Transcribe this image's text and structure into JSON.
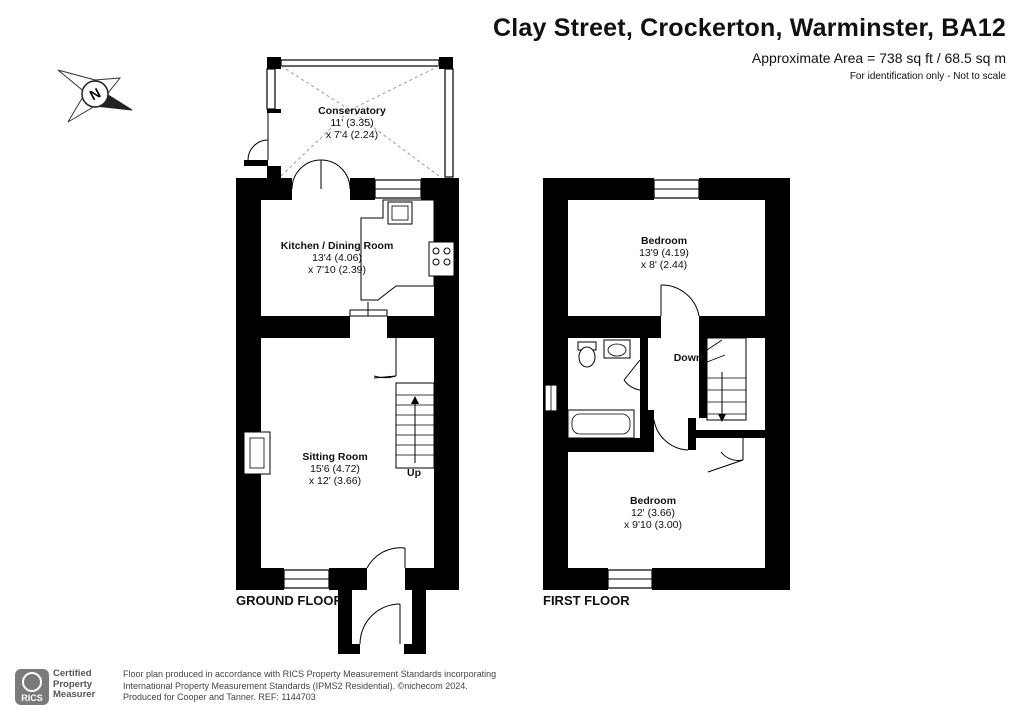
{
  "header": {
    "title": "Clay Street, Crockerton, Warminster, BA12",
    "area": "Approximate Area = 738 sq ft / 68.5 sq m",
    "identification": "For identification only - Not to scale"
  },
  "compass": {
    "letter": "N"
  },
  "floors": {
    "ground": {
      "label": "GROUND FLOOR"
    },
    "first": {
      "label": "FIRST FLOOR"
    }
  },
  "rooms": {
    "conservatory": {
      "name": "Conservatory",
      "dim1": "11' (3.35)",
      "dim2": "x 7'4 (2.24)"
    },
    "kitchen": {
      "name": "Kitchen / Dining Room",
      "dim1": "13'4 (4.06)",
      "dim2": "x 7'10 (2.39)"
    },
    "sitting": {
      "name": "Sitting Room",
      "dim1": "15'6 (4.72)",
      "dim2": "x 12' (3.66)"
    },
    "bedroom1": {
      "name": "Bedroom",
      "dim1": "13'9 (4.19)",
      "dim2": "x 8' (2.44)"
    },
    "bedroom2": {
      "name": "Bedroom",
      "dim1": "12' (3.66)",
      "dim2": "x 9'10 (3.00)"
    }
  },
  "stairs": {
    "up": "Up",
    "down": "Down"
  },
  "footer": {
    "badge_word": "RICS",
    "cert_line1": "Certified",
    "cert_line2": "Property",
    "cert_line3": "Measurer",
    "line1": "Floor plan produced in accordance with RICS Property Measurement Standards incorporating",
    "line2": "International Property Measurement Standards (IPMS2 Residential).  ©nichecom 2024.",
    "line3": "Produced for Cooper and Tanner.   REF:  1144703"
  },
  "colors": {
    "wall": "#000000",
    "window_fill": "#ffffff",
    "label_grey": "#444444"
  }
}
